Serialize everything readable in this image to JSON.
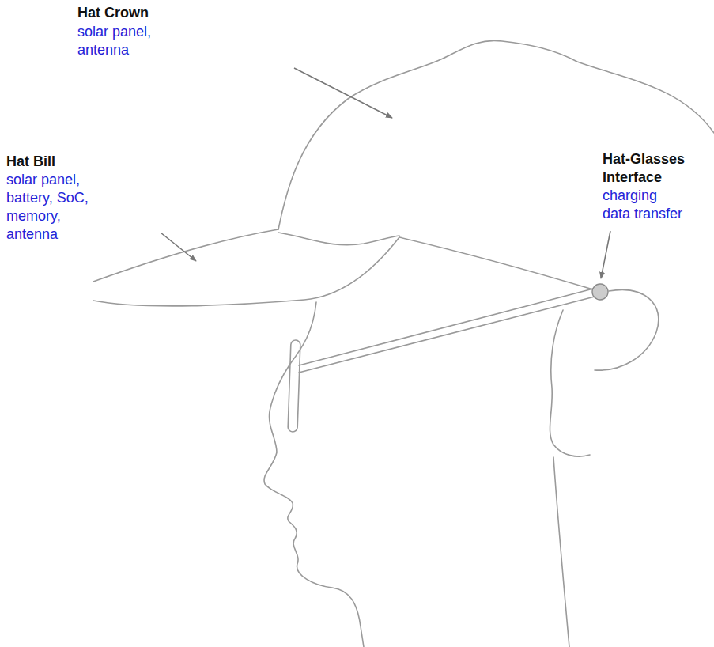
{
  "diagram": {
    "labels": [
      "Hat Crown",
      "solar panel, antenna",
      "Hat Bill",
      "solar panel, battery, SoC, memory, antenna",
      "Hat-Glasses Interface",
      "charging data transfer"
    ]
  }
}
